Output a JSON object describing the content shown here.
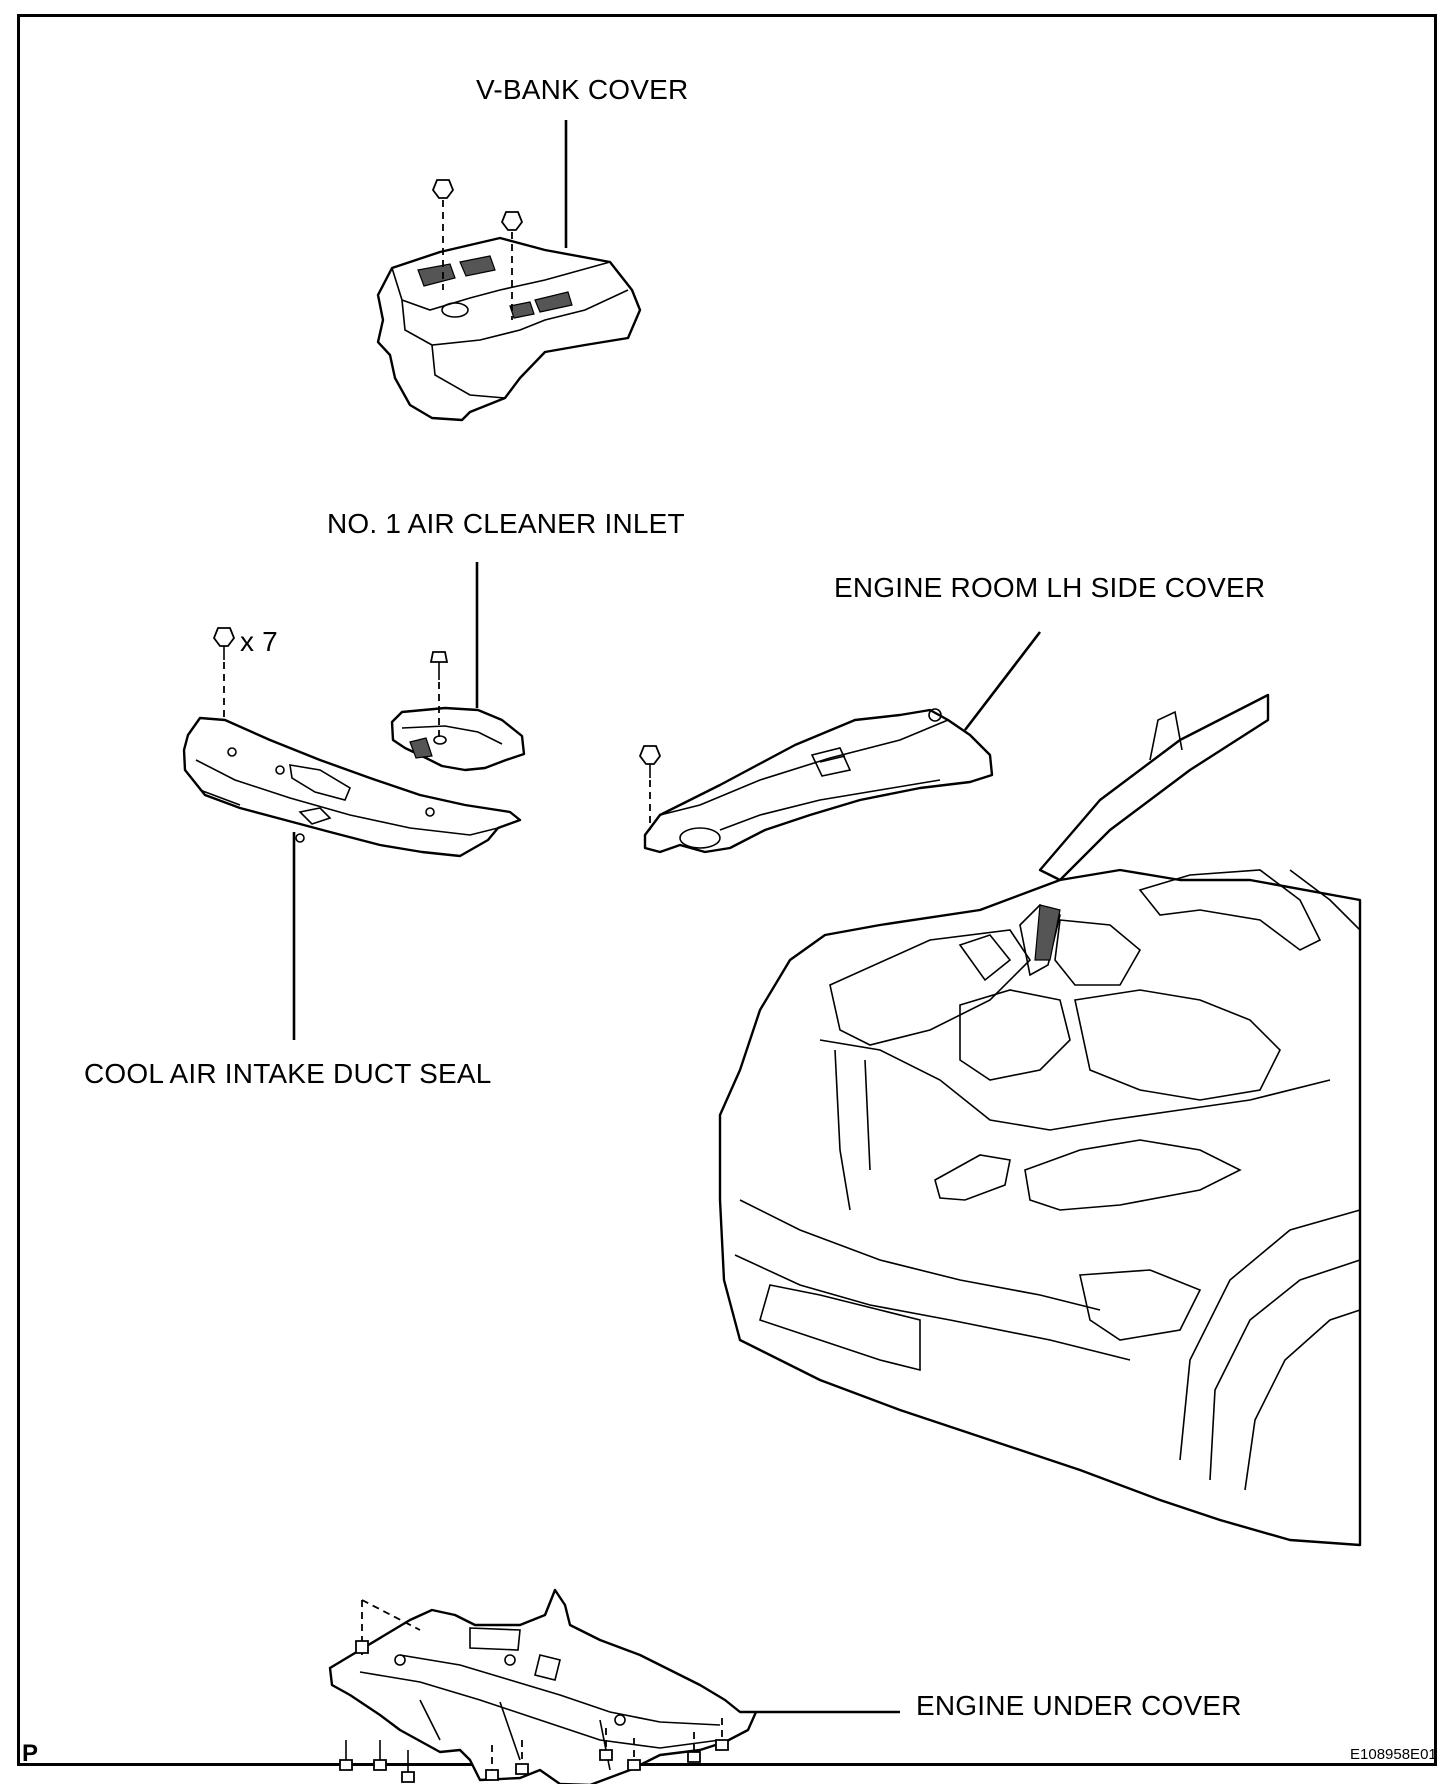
{
  "labels": {
    "v_bank_cover": "V-BANK COVER",
    "air_cleaner_inlet": "NO. 1 AIR CLEANER INLET",
    "engine_room_lh_side_cover": "ENGINE ROOM LH SIDE COVER",
    "clip_quantity": "x 7",
    "cool_air_intake_duct_seal": "COOL AIR INTAKE DUCT SEAL",
    "engine_under_cover": "ENGINE UNDER COVER"
  },
  "corner": {
    "page_letter": "P",
    "reference_code": "E108958E01"
  }
}
